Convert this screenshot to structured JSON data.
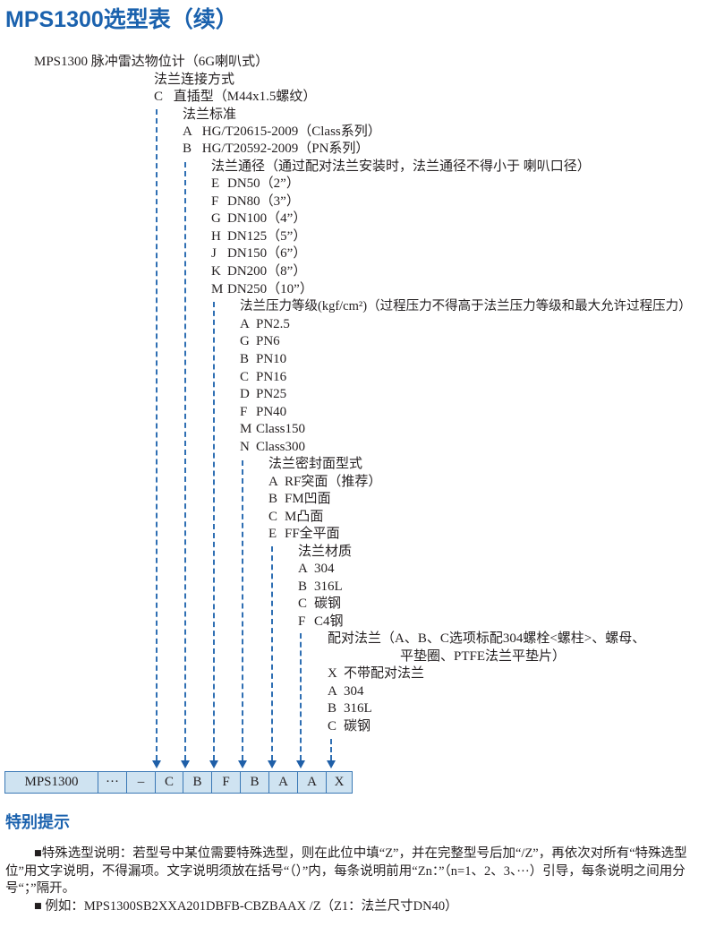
{
  "title": "MPS1300选型表（续）",
  "tree": {
    "product": "MPS1300  脉冲雷达物位计（6G喇叭式）",
    "connection": {
      "header": "法兰连接方式",
      "options": [
        {
          "code": "C",
          "label": "直插型（M44x1.5螺纹）"
        }
      ]
    },
    "flange_standard": {
      "header": "法兰标准",
      "options": [
        {
          "code": "A",
          "label": "HG/T20615-2009（Class系列）"
        },
        {
          "code": "B",
          "label": "HG/T20592-2009（PN系列）"
        }
      ]
    },
    "flange_size": {
      "header": "法兰通径（通过配对法兰安装时，法兰通径不得小于  喇叭口径）",
      "options": [
        {
          "code": "E",
          "label": "DN50（2”）"
        },
        {
          "code": "F",
          "label": "DN80（3”）"
        },
        {
          "code": "G",
          "label": "DN100（4”）"
        },
        {
          "code": "H",
          "label": "DN125（5”）"
        },
        {
          "code": "J",
          "label": "DN150（6”）"
        },
        {
          "code": "K",
          "label": "DN200（8”）"
        },
        {
          "code": "M",
          "label": "DN250（10”）"
        }
      ]
    },
    "pressure_rating": {
      "header": "法兰压力等级(kgf/cm²)（过程压力不得高于法兰压力等级和最大允许过程压力）",
      "options": [
        {
          "code": "A",
          "label": "PN2.5"
        },
        {
          "code": "G",
          "label": "PN6"
        },
        {
          "code": "B",
          "label": "PN10"
        },
        {
          "code": "C",
          "label": "PN16"
        },
        {
          "code": "D",
          "label": "PN25"
        },
        {
          "code": "F",
          "label": "PN40"
        },
        {
          "code": "M",
          "label": "Class150"
        },
        {
          "code": "N",
          "label": "Class300"
        }
      ]
    },
    "sealing_face": {
      "header": "法兰密封面型式",
      "options": [
        {
          "code": "A",
          "label": "RF突面（推荐）"
        },
        {
          "code": "B",
          "label": "FM凹面"
        },
        {
          "code": "C",
          "label": "M凸面"
        },
        {
          "code": "E",
          "label": "FF全平面"
        }
      ]
    },
    "flange_material": {
      "header": "法兰材质",
      "options": [
        {
          "code": "A",
          "label": "304"
        },
        {
          "code": "B",
          "label": "316L"
        },
        {
          "code": "C",
          "label": "碳钢"
        },
        {
          "code": "F",
          "label": "C4钢"
        }
      ]
    },
    "mating_flange": {
      "header": "配对法兰（A、B、C选项标配304螺栓<螺柱>、螺母、",
      "header_cont": "平垫圈、PTFE法兰平垫片）",
      "options": [
        {
          "code": "X",
          "label": "不带配对法兰"
        },
        {
          "code": "A",
          "label": "304"
        },
        {
          "code": "B",
          "label": "316L"
        },
        {
          "code": "C",
          "label": "碳钢"
        }
      ]
    }
  },
  "model_code": {
    "cells": [
      "MPS1300",
      "···",
      "–",
      "C",
      "B",
      "F",
      "B",
      "A",
      "A",
      "X"
    ]
  },
  "notes": {
    "heading": "特别提示",
    "para1": "■特殊选型说明：若型号中某位需要特殊选型，则在此位中填“Z”，并在完整型号后加“/Z”，再依次对所有“特殊选型位”用文字说明，不得漏项。文字说明须放在括号“（）”内，每条说明前用“Zn：”（n=1、2、3、···）引导，每条说明之间用分号“；”隔开。",
    "para2": "■ 例如：MPS1300SB2XXA201DBFB-CBZBAAX /Z（Z1：法兰尺寸DN40）"
  },
  "colors": {
    "accent_blue": "#1b62ae",
    "box_fill": "#cfe3f1",
    "box_border": "#3a78b5"
  }
}
